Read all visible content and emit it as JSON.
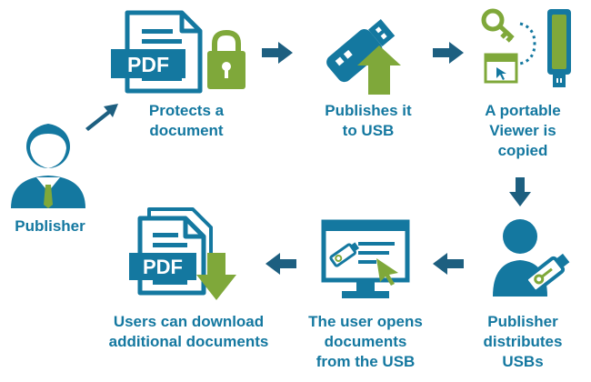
{
  "nodes": {
    "publisher": {
      "lines": [
        "Publisher"
      ]
    },
    "protects": {
      "lines": [
        "Protects a",
        "document"
      ],
      "badge": "PDF"
    },
    "publishes": {
      "lines": [
        "Publishes it",
        "to USB"
      ]
    },
    "viewer": {
      "lines": [
        "A portable",
        "Viewer is",
        "copied"
      ]
    },
    "distributes": {
      "lines": [
        "Publisher",
        "distributes",
        "USBs"
      ]
    },
    "opens": {
      "lines": [
        "The user opens",
        "documents",
        "from the USB"
      ]
    },
    "download": {
      "lines": [
        "Users can download",
        "additional documents"
      ],
      "badge": "PDF"
    }
  },
  "colors": {
    "blue": "#1478a0",
    "green": "#7fa83a",
    "navy": "#1d5f80",
    "light": "#cfe6f1"
  }
}
